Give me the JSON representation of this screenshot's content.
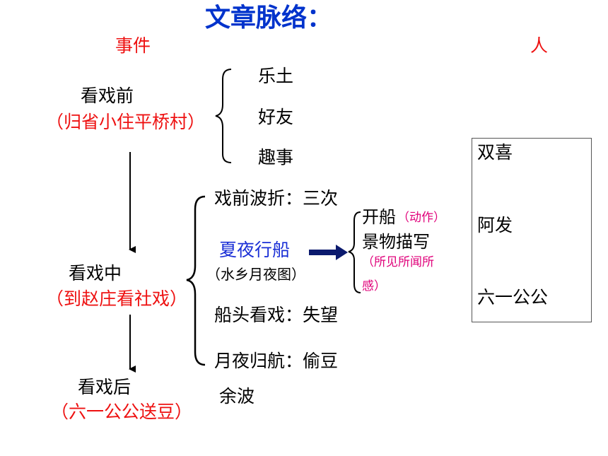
{
  "title": "文章脉络：",
  "header": {
    "events": "事件",
    "people": "人"
  },
  "before": {
    "label": "看戏前",
    "sub": "（归省小住平桥村）",
    "items": [
      "乐土",
      "好友",
      "趣事"
    ]
  },
  "during": {
    "label": "看戏中",
    "sub": "（到赵庄看社戏）",
    "items": {
      "twists": "戏前波折：三次",
      "boat": "夏夜行船",
      "boat_sub": "（水乡月夜图）",
      "watch": "船头看戏：失望",
      "return": "月夜归航：偷豆"
    },
    "boat_details": {
      "kaichuan": "开船",
      "kaichuan_note": "（动作）",
      "scenery": "景物描写",
      "scenery_note_1": "（所见所闻所",
      "scenery_note_2": "感）"
    }
  },
  "after": {
    "label": "看戏后",
    "sub": "（六一公公送豆）",
    "extra": "余波"
  },
  "people": [
    "双喜",
    "阿发",
    "六一公公"
  ],
  "colors": {
    "title": "#0033cc",
    "red": "#ee1111",
    "blue": "#1a2fd6",
    "pink": "#e0007a",
    "arrow": "#0b1a6e"
  }
}
